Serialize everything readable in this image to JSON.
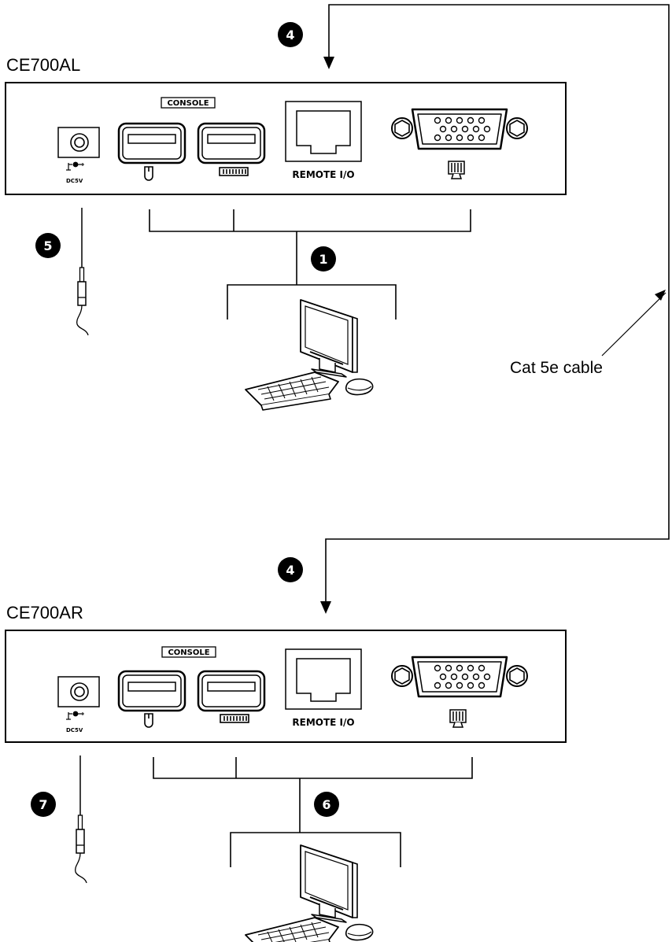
{
  "units": [
    {
      "title": "CE700AL",
      "console_label": "CONSOLE",
      "remote_label": "REMOTE I/O",
      "dc_label": "DC5V",
      "steps": {
        "remote_cable": "4",
        "console_devices": "1",
        "power": "5"
      }
    },
    {
      "title": "CE700AR",
      "console_label": "CONSOLE",
      "remote_label": "REMOTE I/O",
      "dc_label": "DC5V",
      "steps": {
        "remote_cable": "4",
        "console_devices": "6",
        "power": "7"
      }
    }
  ],
  "cable_label": "Cat 5e cable",
  "icons": [
    "power-jack-icon",
    "usb-port-icon",
    "mouse-icon",
    "keyboard-icon",
    "rj45-port-icon",
    "vga-port-icon",
    "monitor-icon",
    "power-plug-icon",
    "computer-monitor-icon",
    "computer-keyboard-icon",
    "computer-mouse-icon"
  ]
}
